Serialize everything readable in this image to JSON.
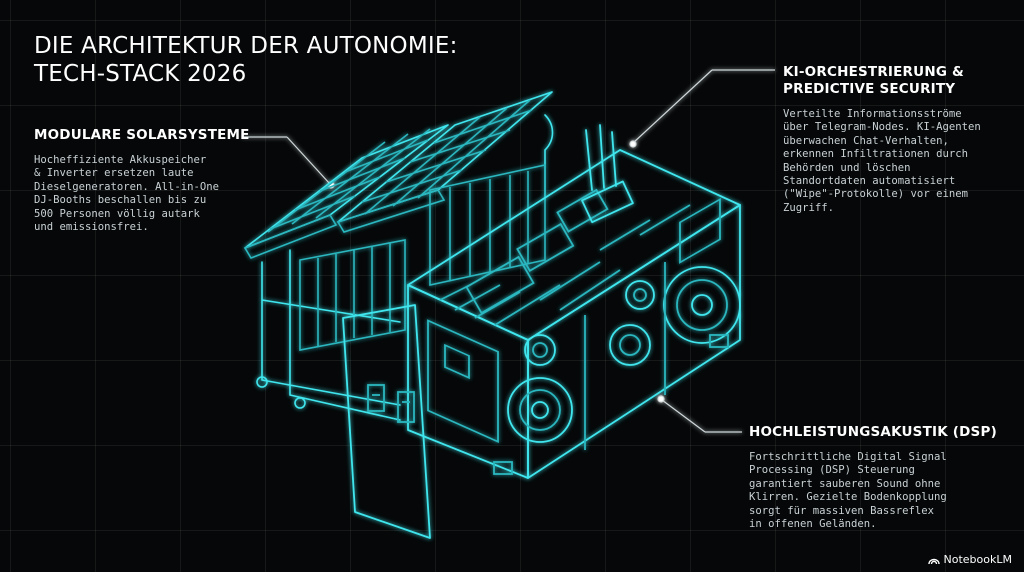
{
  "title": {
    "line1": "DIE ARCHITEKTUR DER AUTONOMIE:",
    "line2": "TECH-STACK 2026"
  },
  "sections": {
    "solar": {
      "heading": "MODULARE SOLARSYSTEME",
      "body": "Hocheffiziente Akkuspeicher\n& Inverter ersetzen laute\nDieselgeneratoren. All-in-One\nDJ-Booths beschallen bis zu\n500 Personen völlig autark\nund emissionsfrei."
    },
    "ki": {
      "heading_line1": "KI-ORCHESTRIERUNG &",
      "heading_line2": "PREDICTIVE SECURITY",
      "body": "Verteilte Informationsströme\nüber Telegram-Nodes. KI-Agenten\nüberwachen Chat-Verhalten,\nerkennen Infiltrationen durch\nBehörden und löschen\nStandortdaten automatisiert\n(\"Wipe\"-Protokolle) vor einem\nZugriff."
    },
    "dsp": {
      "heading": "HOCHLEISTUNGSAKUSTIK (DSP)",
      "body": "Fortschrittliche Digital Signal\nProcessing (DSP) Steuerung\ngarantiert sauberen Sound ohne\nKlirren. Gezielte Bodenkopplung\nsorgt für massiven Bassreflex\nin offenen Geländen."
    }
  },
  "branding": {
    "logo_text": "NotebookLM"
  },
  "colors": {
    "accent": "#3fe6ee",
    "background": "#050708"
  }
}
